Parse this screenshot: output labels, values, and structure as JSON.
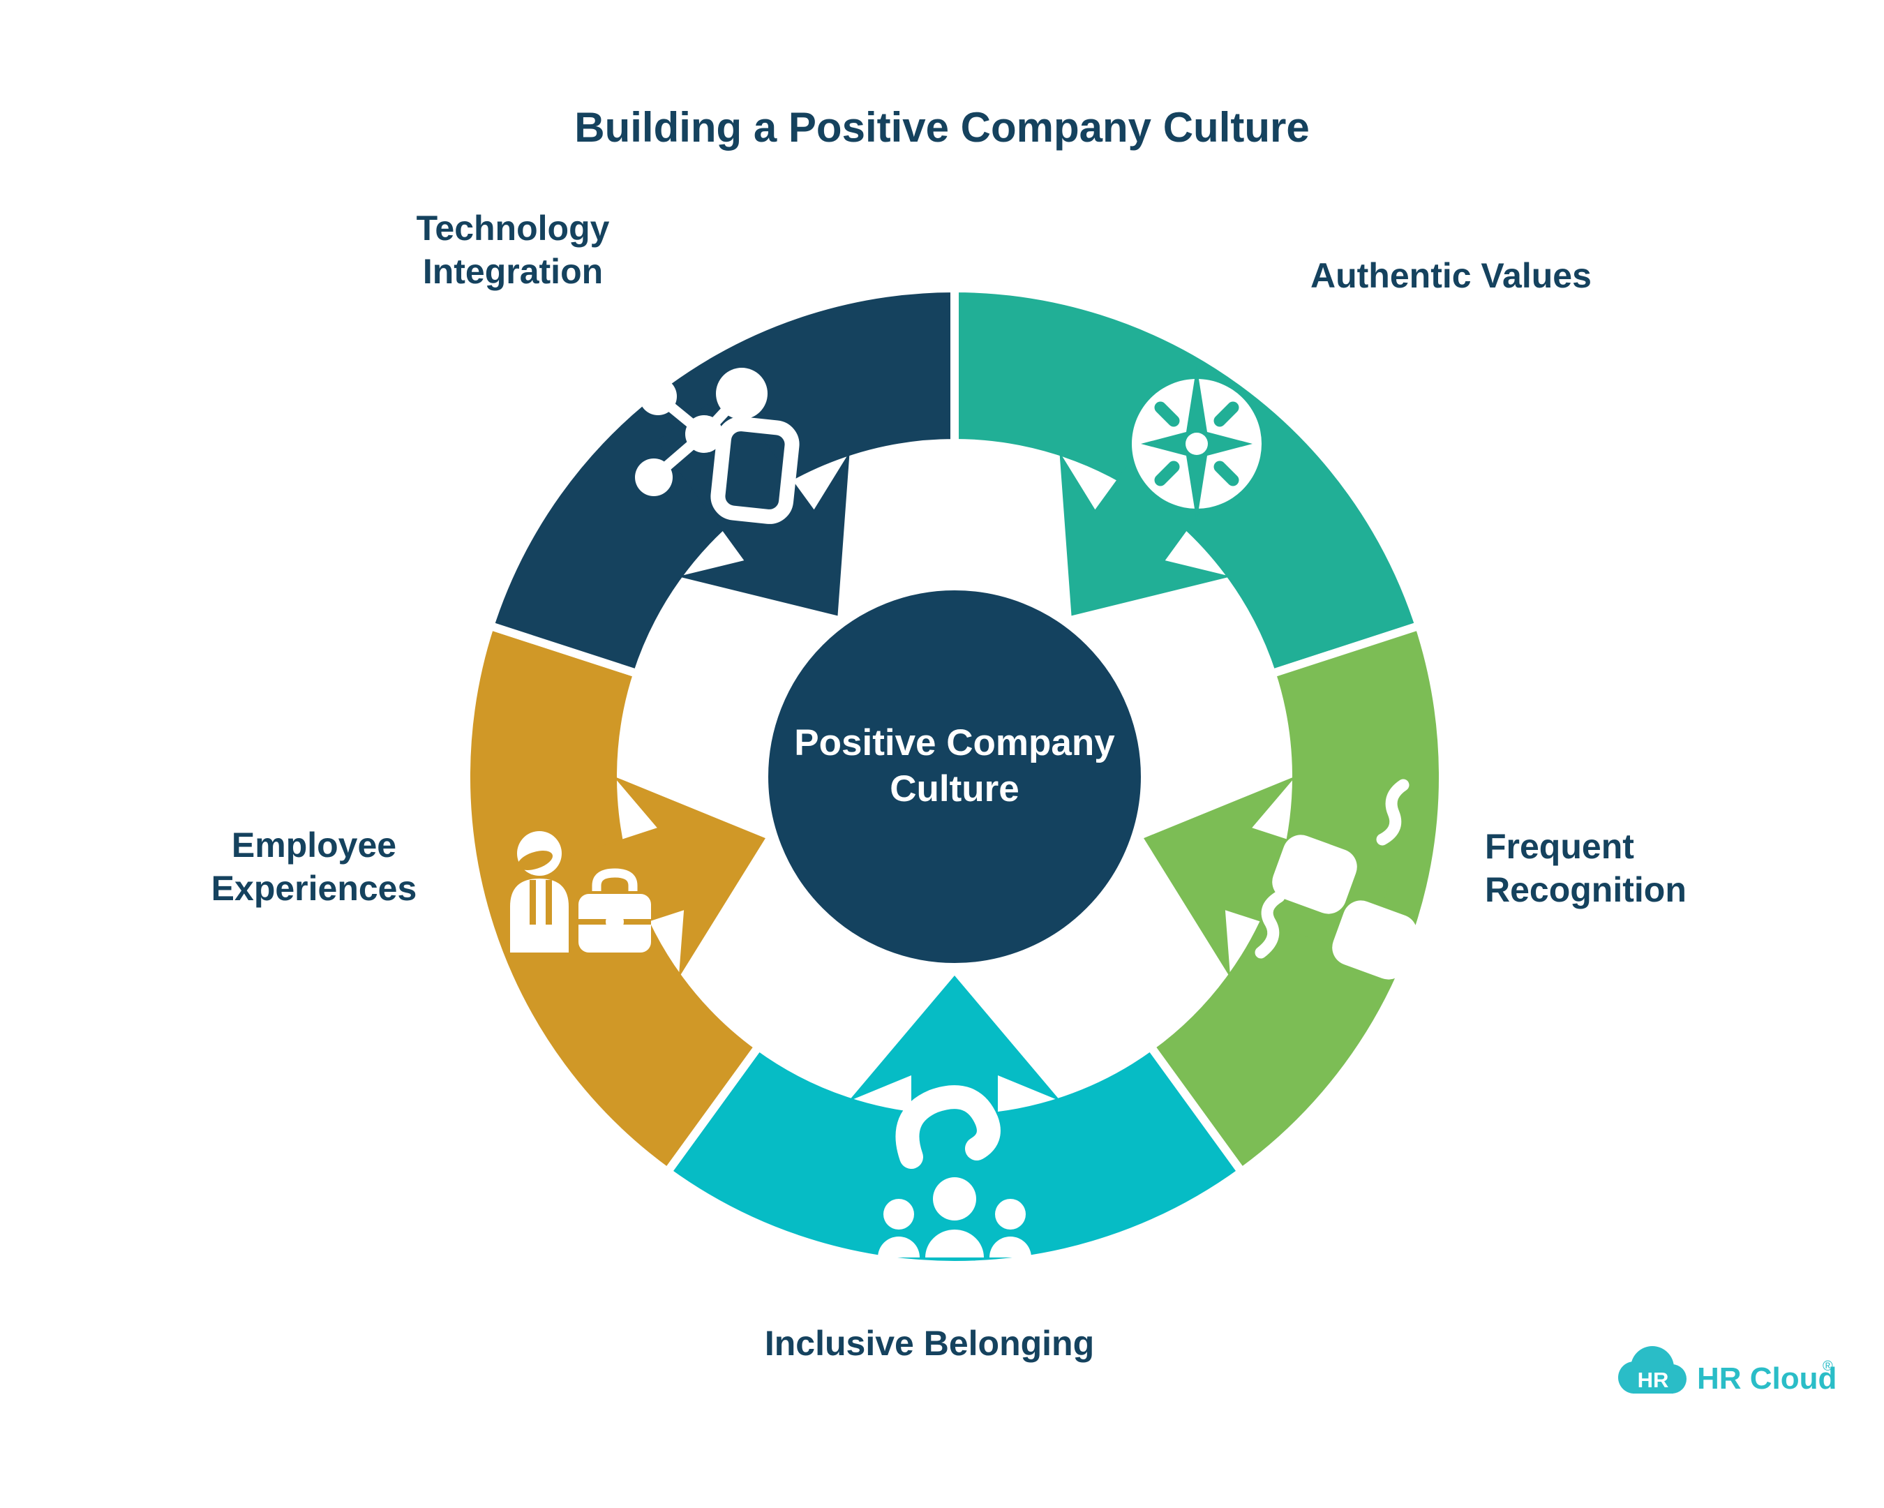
{
  "title": "Building a Positive Company Culture",
  "center": {
    "label": "Positive Company\nCulture",
    "color": "#14425f"
  },
  "segments": [
    {
      "id": "technology-integration",
      "label": "Technology\nIntegration",
      "color": "#15425e",
      "icon": "network-phone-icon"
    },
    {
      "id": "authentic-values",
      "label": "Authentic Values",
      "color": "#21af96",
      "icon": "compass-icon"
    },
    {
      "id": "frequent-recognition",
      "label": "Frequent\nRecognition",
      "color": "#7cbd55",
      "icon": "fist-bump-icon"
    },
    {
      "id": "inclusive-belonging",
      "label": "Inclusive Belonging",
      "color": "#06bcc5",
      "icon": "hand-over-people-icon"
    },
    {
      "id": "employee-experiences",
      "label": "Employee\nExperiences",
      "color": "#d09827",
      "icon": "person-briefcase-icon"
    }
  ],
  "logo": {
    "badge": "HR",
    "name": "HR Cloud",
    "registered": "®",
    "color": "#2abdc7"
  }
}
